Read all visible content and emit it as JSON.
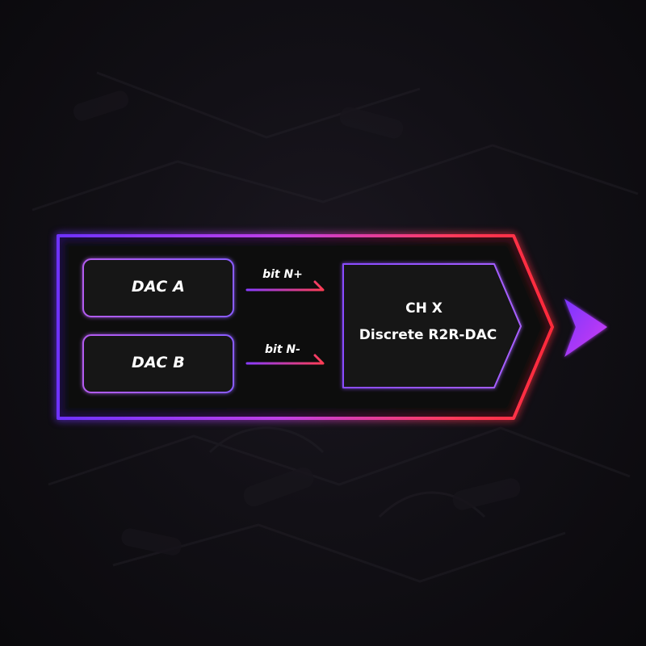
{
  "diagram": {
    "dac_a_label": "DAC A",
    "dac_b_label": "DAC B",
    "signal_top_label": "bit N+",
    "signal_bottom_label": "bit N-",
    "channel_title": "CH X",
    "channel_subtitle": "Discrete R2R-DAC"
  },
  "colors": {
    "accent_purple": "#8a3cff",
    "accent_magenta": "#d646e8",
    "accent_red": "#ff3345",
    "box_fill": "#141217",
    "background": "#0b090d"
  },
  "icons": {
    "output_arrow": "play-triangle-icon"
  }
}
